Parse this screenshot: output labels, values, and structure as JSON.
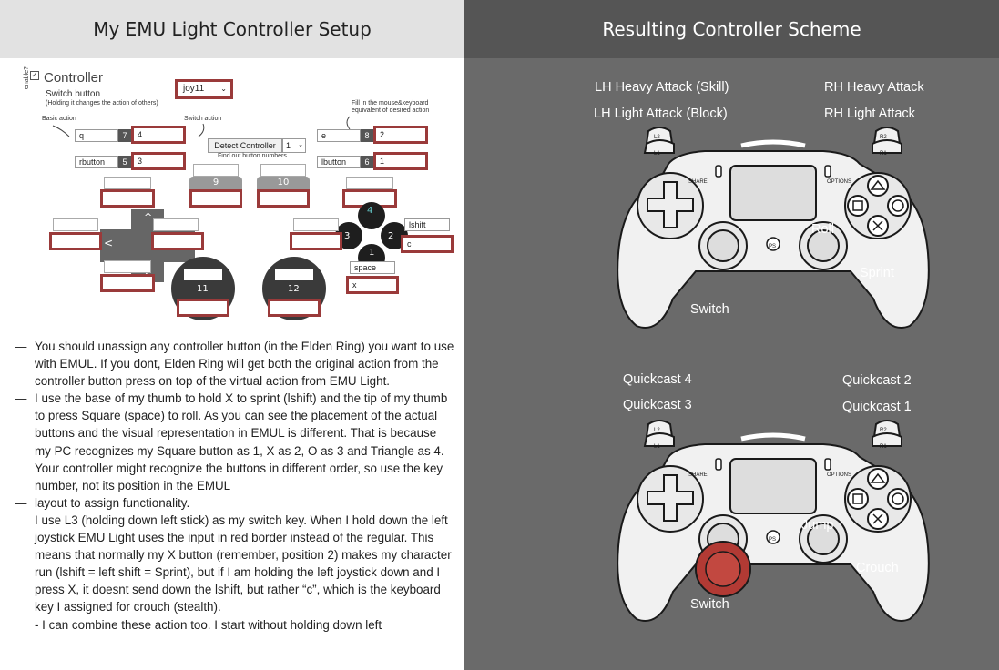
{
  "left": {
    "title": "My EMU Light Controller Setup",
    "emu": {
      "enable_label": "enable?",
      "controller_label": "Controller",
      "switch_button_label": "Switch button",
      "switch_button_note": "(Holding it changes the action of others)",
      "joy_select": "joy11",
      "basic_action_label": "Basic action",
      "switch_action_label": "Switch action",
      "fill_note": "Fill in the mouse&keyboard equivalent of desired action",
      "detect_button": "Detect Controller",
      "detect_select": "1",
      "find_out_label": "Find out button numbers",
      "rows": [
        {
          "basic": "q",
          "num": "7",
          "switch": "4"
        },
        {
          "basic": "rbutton",
          "num": "5",
          "switch": "3"
        },
        {
          "basic": "e",
          "num": "8",
          "switch": "2"
        },
        {
          "basic": "lbutton",
          "num": "6",
          "switch": "1"
        }
      ],
      "btn9": "9",
      "btn10": "10",
      "btn11": "11",
      "btn12": "12",
      "face": {
        "b4": "4",
        "b3": "3",
        "b2": "2",
        "b1": "1"
      },
      "lshift_value": "lshift",
      "c_value": "c",
      "space_value": "space",
      "x_value": "x",
      "dpad": {
        "up": "^",
        "left": "<",
        "right": ">",
        "down": "v"
      }
    },
    "notes": [
      "You should unassign any controller button (in the Elden Ring) you want to use with EMUL. If you dont, Elden Ring will get both the original action from the controller button press on top of the virtual action from EMU Light.",
      "I use the base of my thumb to hold X to sprint (lshift) and the tip of my thumb to press Square (space) to roll. As you can see the placement of the actual buttons and the visual representation in EMUL is different. That is because my PC recognizes my Square button as 1, X as 2, O as 3 and Triangle as 4. Your controller might recognize the buttons in different order, so use the key number, not  its position in the EMUL",
      "layout to assign functionality.\nI use L3 (holding down left stick) as my switch key. When I hold down the left joystick EMU Light uses the input in red border instead of the regular. This means that normally my X button (remember, position 2) makes my character run (lshift = left shift = Sprint), but if I am holding the left joystick down and I press X, it doesnt send down the lshift, but rather “c”, which is the keyboard key I assigned for crouch (stealth).\n- I can combine these action too. I start without holding down left"
    ]
  },
  "right": {
    "title": "Resulting Controller Scheme",
    "top": {
      "lh_heavy": "LH Heavy Attack (Skill)",
      "lh_light": "LH Light Attack (Block)",
      "rh_heavy": "RH Heavy Attack",
      "rh_light": "RH Light Attack",
      "roll": "Roll",
      "sprint": "Sprint",
      "switch": "Switch"
    },
    "bottom": {
      "qc4": "Quickcast 4",
      "qc3": "Quickcast 3",
      "qc2": "Quickcast 2",
      "qc1": "Quickcast 1",
      "jump": "Jump",
      "crouch": "Crouch",
      "switch": "Switch"
    },
    "pad_text": {
      "l2": "L2",
      "l1": "L1",
      "r2": "R2",
      "r1": "R1",
      "share": "SHARE",
      "options": "OPTIONS",
      "ps": "PS"
    },
    "colors": {
      "highlight": "#b23a34",
      "panel": "#6a6a6a",
      "line": "#1a1a1a"
    }
  }
}
